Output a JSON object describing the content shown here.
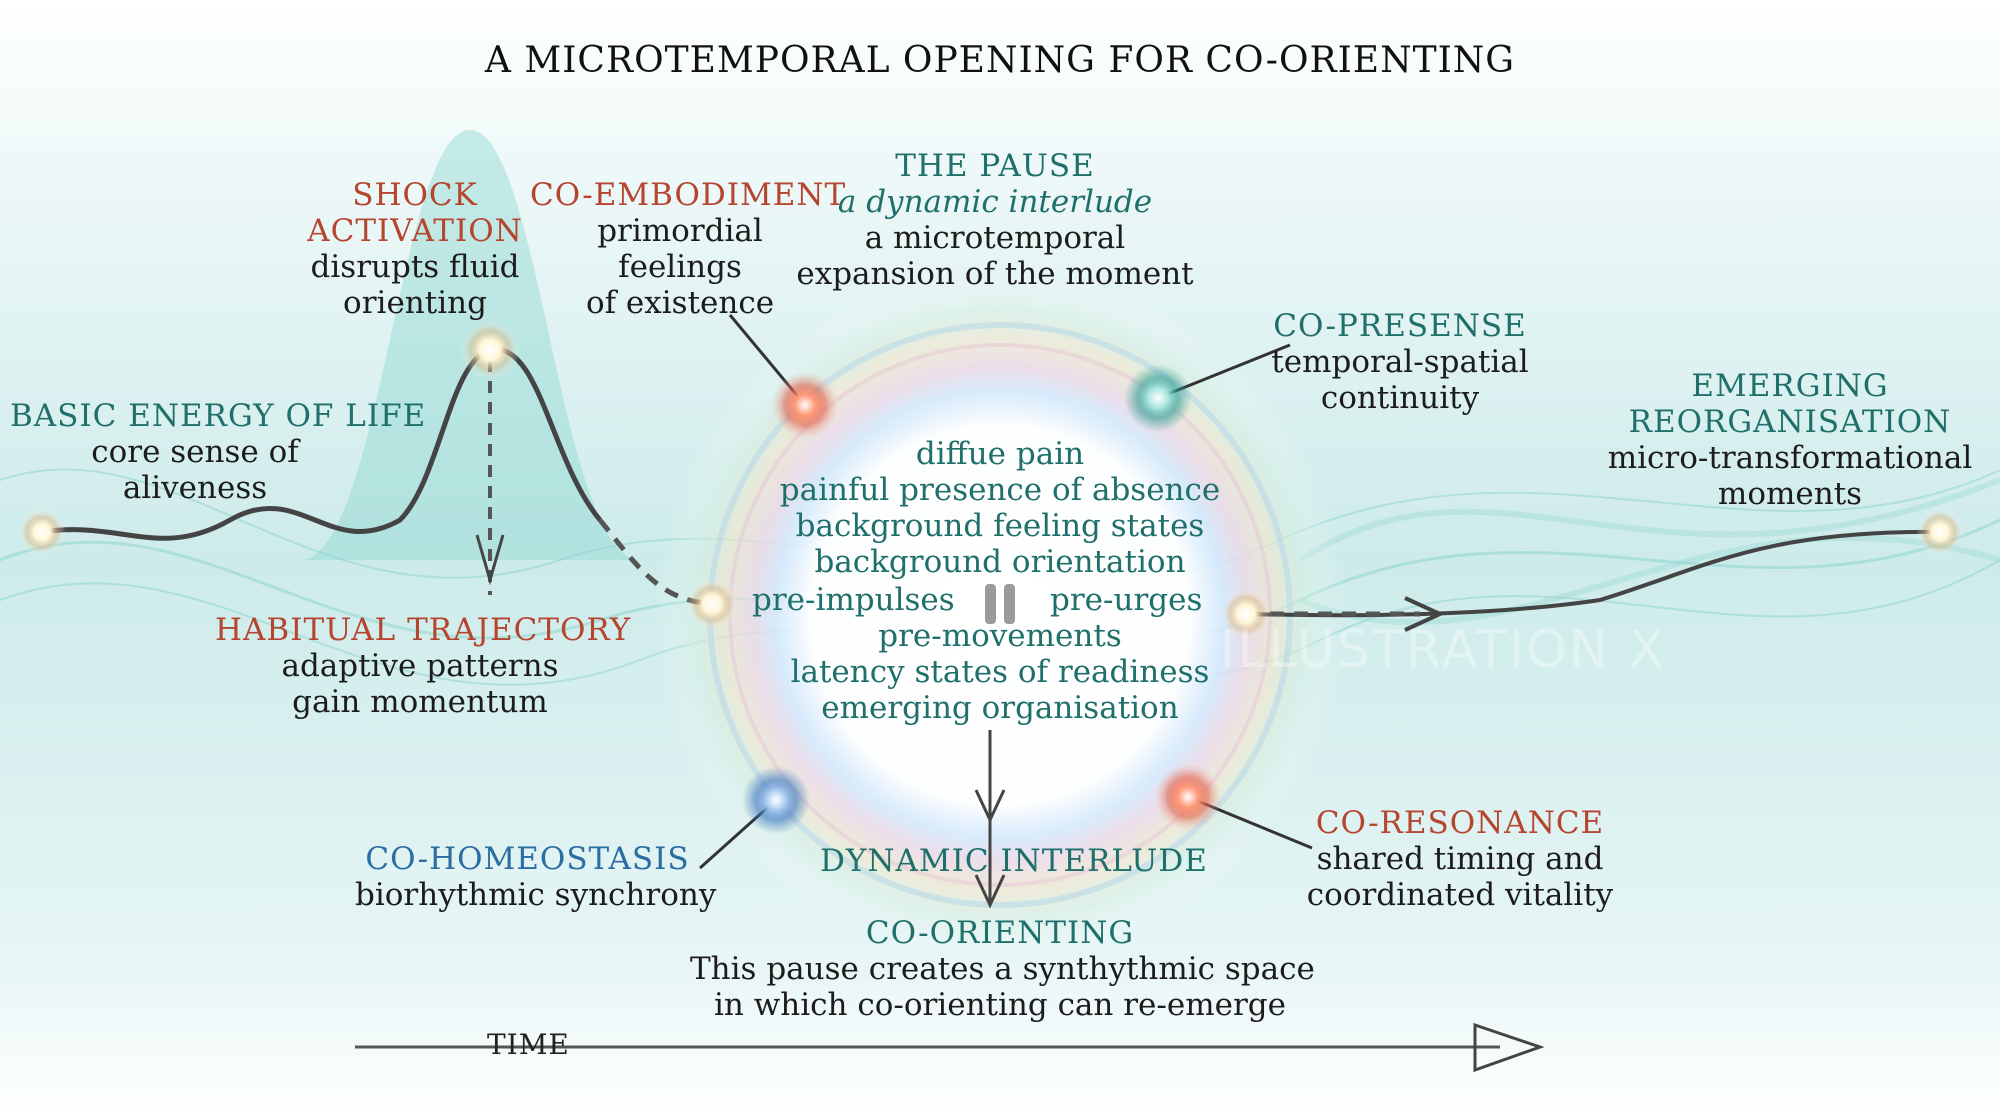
{
  "title": "A MICROTEMPORAL OPENING FOR CO-ORIENTING",
  "colors": {
    "accent_red": "#b5452f",
    "teal": "#1f6f6b",
    "blue": "#2a6da3",
    "text": "#1c1c1c"
  },
  "nodes": {
    "basic_energy": {
      "heading": "BASIC ENERGY OF LIFE",
      "line1": "core sense of",
      "line2": "aliveness"
    },
    "shock": {
      "heading1": "SHOCK",
      "heading2": "ACTIVATION",
      "line1": "disrupts fluid",
      "line2": "orienting"
    },
    "co_embodiment": {
      "heading": "CO-EMBODIMENT",
      "line1": "primordial",
      "line2": "feelings",
      "line3": "of existence"
    },
    "the_pause": {
      "heading": "THE PAUSE",
      "subtitle": "a dynamic interlude",
      "line1": "a microtemporal",
      "line2": "expansion of the moment"
    },
    "co_presense": {
      "heading": "CO-PRESENSE",
      "line1": "temporal-spatial",
      "line2": "continuity"
    },
    "emerging": {
      "heading1": "EMERGING",
      "heading2": "REORGANISATION",
      "line1": "micro-transformational",
      "line2": "moments"
    },
    "habitual": {
      "heading": "HABITUAL TRAJECTORY",
      "line1": "adaptive patterns",
      "line2": "gain momentum"
    },
    "co_homeostasis": {
      "heading": "CO-HOMEOSTASIS",
      "line1": "biorhythmic synchrony"
    },
    "co_resonance": {
      "heading": "CO-RESONANCE",
      "line1": "shared timing and",
      "line2": "coordinated vitality"
    },
    "dynamic_interlude": {
      "heading": "DYNAMIC INTERLUDE"
    },
    "co_orienting": {
      "heading": "CO-ORIENTING",
      "line1": "This pause creates a synthythmic space",
      "line2": "in which co-orienting can re-emerge"
    }
  },
  "center": {
    "lines": [
      "diffue pain",
      "painful presence of absence",
      "background feeling states",
      "background orientation"
    ],
    "left_word": "pre-impulses",
    "right_word": "pre-urges",
    "lower_lines": [
      "pre-movements",
      "latency states of readiness",
      "emerging organisation"
    ]
  },
  "axis": {
    "label": "TIME"
  },
  "watermark": "ILLUSTRATION X"
}
